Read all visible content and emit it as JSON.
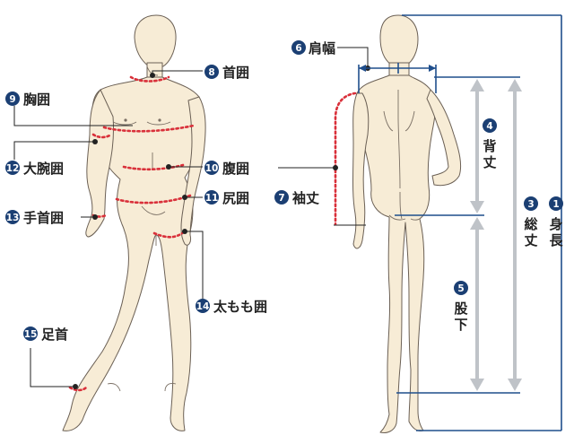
{
  "labels": [
    {
      "num": "1",
      "text": "身長"
    },
    {
      "num": "3",
      "text": "総丈"
    },
    {
      "num": "4",
      "text": "背丈"
    },
    {
      "num": "5",
      "text": "股下"
    },
    {
      "num": "6",
      "text": "肩幅"
    },
    {
      "num": "7",
      "text": "袖丈"
    },
    {
      "num": "8",
      "text": "首囲"
    },
    {
      "num": "9",
      "text": "胸囲"
    },
    {
      "num": "10",
      "text": "腹囲"
    },
    {
      "num": "11",
      "text": "尻囲"
    },
    {
      "num": "12",
      "text": "大腕囲"
    },
    {
      "num": "13",
      "text": "手首囲"
    },
    {
      "num": "14",
      "text": "太もも囲"
    },
    {
      "num": "15",
      "text": "足首"
    }
  ],
  "colors": {
    "skin": "#f7ecd6",
    "outline": "#6b6055",
    "measure_dots": "#d9303a",
    "badge": "#1b3f73",
    "dimension_line": "#1f4e8c",
    "arrow": "#bfc3c8"
  }
}
